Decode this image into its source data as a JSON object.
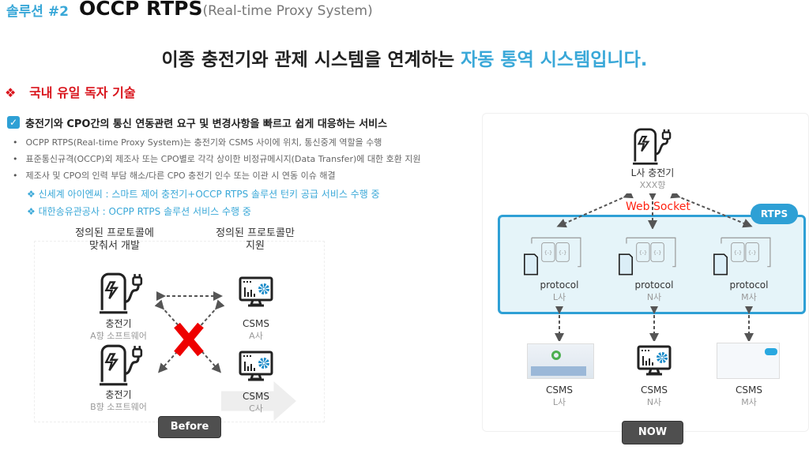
{
  "header": {
    "solution_label": "솔루션 #2",
    "title": "OCCP RTPS",
    "title_suffix": "(Real-time Proxy System)"
  },
  "subtitle": {
    "text": "이종 충전기와 관제 시스템을 연계하는 ",
    "highlight": "자동 통역 시스템입니다."
  },
  "section": {
    "marker": "❖",
    "title": "국내 유일 독자 기술"
  },
  "lead": "충전기와 CPO간의 통신 연동관련 요구 및 변경사항을 빠르고 쉽게 대응하는 서비스",
  "bullets": [
    "OCPP RTPS(Real-time Proxy System)는 충전기와 CSMS 사이에 위치, 통신중계 역할을 수행",
    "표준통신규격(OCCP)외 제조사 또는 CPO별로 각각 상이한 비정규메시지(Data Transfer)에 대한 호환 지원",
    "제조사 및 CPO의 인력 부담 해소/다른 CPO 충전기 인수 또는 이관 시 연동 이슈 해결"
  ],
  "references": [
    "❖ 신세계 아이엔씨 : 스마트 제어 충전기+OCCP RTPS 솔루션 턴키 공급 서비스 수행 중",
    "❖ 대한송유관공사 : OCPP RTPS 솔루션 서비스 수행 중"
  ],
  "before": {
    "left_header": [
      "정의된 프로토콜에",
      "맞춰서 개발"
    ],
    "right_header": [
      "정의된 프로토콜만",
      "지원"
    ],
    "chargers": [
      {
        "name": "충전기",
        "sub": "A향 소프트웨어"
      },
      {
        "name": "충전기",
        "sub": "B향 소프트웨어"
      }
    ],
    "csms": [
      {
        "name": "CSMS",
        "sub": "A사"
      },
      {
        "name": "CSMS",
        "sub": "C사"
      }
    ],
    "button": "Before"
  },
  "now": {
    "charger": {
      "name": "L사 충전기",
      "sub": "XXX향"
    },
    "websocket": "Web Socket",
    "badge": "RTPS",
    "protocols": [
      {
        "name": "protocol",
        "sub": "L사"
      },
      {
        "name": "protocol",
        "sub": "N사"
      },
      {
        "name": "protocol",
        "sub": "M사"
      }
    ],
    "csms": [
      {
        "name": "CSMS",
        "sub": "L사"
      },
      {
        "name": "CSMS",
        "sub": "N사"
      },
      {
        "name": "CSMS",
        "sub": "M사"
      }
    ],
    "button": "NOW"
  },
  "colors": {
    "accent": "#2ea0d5",
    "red": "#d9141c",
    "blue_text": "#3aa8d8"
  }
}
